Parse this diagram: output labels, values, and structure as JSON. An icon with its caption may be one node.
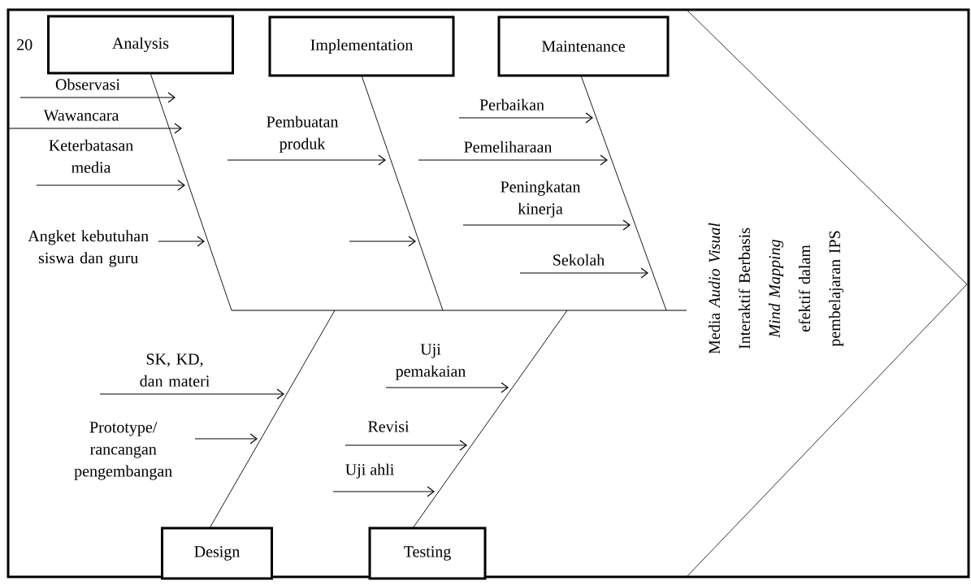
{
  "diagram": {
    "nodes": [
      {
        "text": [
          "Analysis"
        ]
      },
      {
        "text": [
          "Implementation"
        ]
      },
      {
        "text": [
          "Maintenance"
        ]
      },
      {
        "text": [
          "Media *Audio Visual* Interaktif Berbasis *Mind Mapping* efektif dalam pembelajaran IPS"
        ]
      },
      {
        "text": [
          "Observasi"
        ]
      },
      {
        "text": [
          "Wawancara"
        ]
      },
      {
        "text": [
          "Keterbatasan media"
        ]
      },
      {
        "text": [
          "Angket kebutuhan siswa dan guru"
        ]
      },
      {
        "text": [
          "Pembuatan produk"
        ]
      },
      {
        "text": [
          "Perbaikan"
        ]
      },
      {
        "text": [
          "Pemeliharaan"
        ]
      },
      {
        "text": [
          "Peningkatan kinerja"
        ]
      },
      {
        "text": [
          "Sekolah"
        ]
      },
      {
        "text": [
          "SK, KD, dan materi"
        ]
      },
      {
        "text": [
          "Prototype/ rancangan pengembangan"
        ]
      },
      {
        "text": [
          "Uji pemakaian"
        ]
      },
      {
        "text": [
          "Revisi"
        ]
      },
      {
        "text": [
          "Uji ahli"
        ]
      },
      {
        "text": [
          "Design"
        ]
      },
      {
        "text": [
          "Testing"
        ]
      },
      {
        "text": [],
        "shape": "bar"
      }
    ],
    "edges": [
      {
        "from": 4,
        "to": null,
        "arrow": "to"
      },
      {
        "from": 5,
        "to": null,
        "arrow": "to"
      },
      {
        "from": 6,
        "to": null,
        "arrow": "to"
      },
      {
        "from": 7,
        "to": null,
        "arrow": "to"
      },
      {
        "from": 8,
        "to": null,
        "arrow": "to"
      },
      {
        "from": 9,
        "to": null,
        "arrow": "to"
      },
      {
        "from": 10,
        "to": null,
        "arrow": "to"
      },
      {
        "from": 11,
        "to": null,
        "arrow": "to"
      },
      {
        "from": 12,
        "to": null,
        "arrow": "to"
      },
      {
        "from": 13,
        "to": null,
        "arrow": "to"
      },
      {
        "from": 14,
        "to": null,
        "arrow": "to"
      },
      {
        "from": 15,
        "to": null,
        "arrow": "to"
      },
      {
        "from": 16,
        "to": null,
        "arrow": "to"
      },
      {
        "from": 17,
        "to": null,
        "arrow": "to"
      },
      {
        "from": 0,
        "to": 20,
        "arrow": "none"
      },
      {
        "from": 1,
        "to": 20,
        "arrow": "none"
      },
      {
        "from": 2,
        "to": 20,
        "arrow": "none"
      },
      {
        "from": 18,
        "to": 20,
        "arrow": "none"
      },
      {
        "from": 19,
        "to": 20,
        "arrow": "none"
      }
    ],
    "labels": [
      "20"
    ]
  }
}
